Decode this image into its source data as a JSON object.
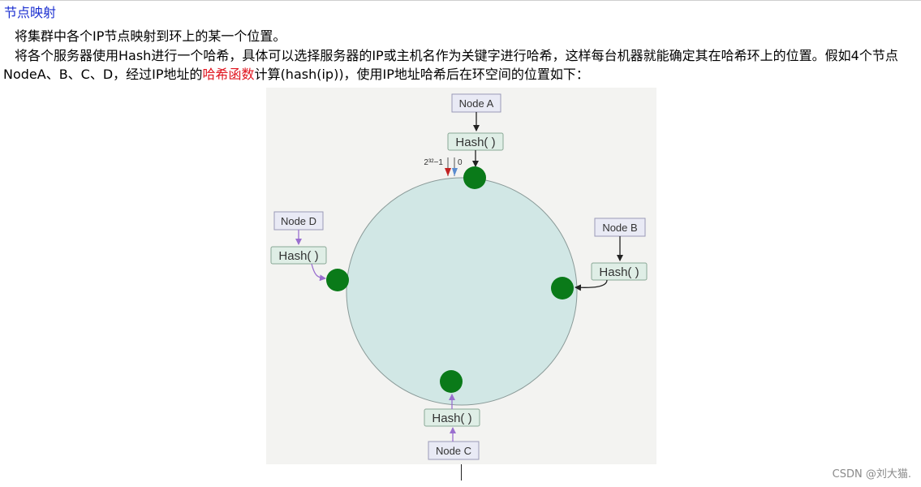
{
  "article": {
    "heading": "节点映射",
    "paragraph1": "将集群中各个IP节点映射到环上的某一个位置。",
    "paragraph2": {
      "before": "将各个服务器使用Hash进行一个哈希，具体可以选择服务器的IP或主机名作为关键字进行哈希，这样每台机器就能确定其在哈希环上的位置。假如4个节点NodeA、B、C、D，经过IP地址的",
      "highlight": "哈希函数",
      "after": "计算(hash(ip))，使用IP地址哈希后在环空间的位置如下："
    }
  },
  "diagram": {
    "ring_end_label": "2³²−1",
    "ring_start_label": "0",
    "hash_label": "Hash( )",
    "nodes": {
      "a": "Node A",
      "b": "Node B",
      "c": "Node C",
      "d": "Node D"
    },
    "colors": {
      "ring_fill": "#d1e7e5",
      "node_dot": "#0a7a19",
      "node_box_fill": "#e9eaf5",
      "hash_box_fill": "#dfeee6",
      "arrow_dark": "#222222",
      "arrow_purple": "#9a6fcf",
      "marker_red": "#c22222",
      "marker_blue": "#5a8ccf"
    }
  },
  "watermark": "CSDN @刘大猫."
}
